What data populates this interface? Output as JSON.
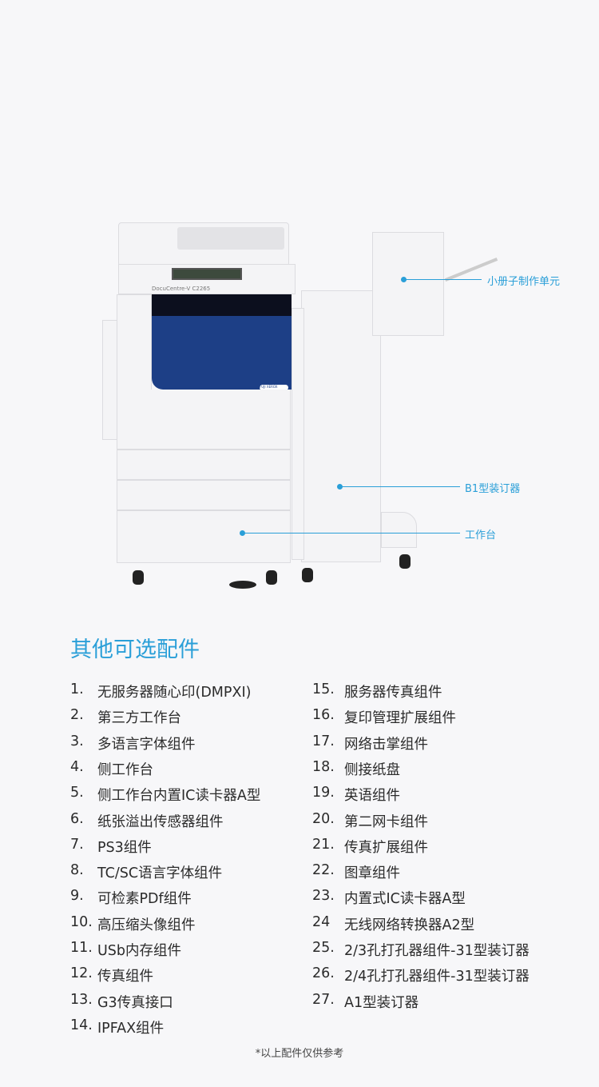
{
  "product": {
    "model_label": "DocuCentre-V C2265",
    "brand_badge": "FUJI XEROX"
  },
  "callouts": [
    {
      "label": "小册子制作单元"
    },
    {
      "label": "B1型装订器"
    },
    {
      "label": "工作台"
    }
  ],
  "section_title": "其他可选配件",
  "options_left": [
    {
      "num": "1.",
      "text": "无服务器随心印(DMPXI)"
    },
    {
      "num": "2.",
      "text": "第三方工作台"
    },
    {
      "num": "3.",
      "text": "多语言字体组件"
    },
    {
      "num": "4.",
      "text": "侧工作台"
    },
    {
      "num": "5.",
      "text": "侧工作台内置IC读卡器A型"
    },
    {
      "num": "6.",
      "text": "纸张溢出传感器组件"
    },
    {
      "num": "7.",
      "text": "PS3组件"
    },
    {
      "num": "8.",
      "text": "TC/SC语言字体组件"
    },
    {
      "num": "9.",
      "text": "可检素PDf组件"
    },
    {
      "num": "10.",
      "text": "高压缩头像组件"
    },
    {
      "num": "11.",
      "text": "USb内存组件"
    },
    {
      "num": "12.",
      "text": "传真组件"
    },
    {
      "num": "13.",
      "text": "G3传真接口"
    },
    {
      "num": "14.",
      "text": "IPFAX组件"
    }
  ],
  "options_right": [
    {
      "num": "15.",
      "text": "服务器传真组件"
    },
    {
      "num": "16.",
      "text": "复印管理扩展组件"
    },
    {
      "num": "17.",
      "text": "网络击掌组件"
    },
    {
      "num": "18.",
      "text": "侧接纸盘"
    },
    {
      "num": "19.",
      "text": "英语组件"
    },
    {
      "num": "20.",
      "text": "第二网卡组件"
    },
    {
      "num": "21.",
      "text": "传真扩展组件"
    },
    {
      "num": "22.",
      "text": "图章组件"
    },
    {
      "num": "23.",
      "text": "内置式IC读卡器A型"
    },
    {
      "num": "24",
      "text": "无线网络转换器A2型"
    },
    {
      "num": "25.",
      "text": "2/3孔打孔器组件-31型装订器"
    },
    {
      "num": "26.",
      "text": "2/4孔打孔器组件-31型装订器"
    },
    {
      "num": "27.",
      "text": "A1型装订器"
    }
  ],
  "footnote": "*以上配件仅供参考",
  "colors": {
    "accent": "#2a9fd8",
    "printer_blue": "#1d3f86"
  }
}
